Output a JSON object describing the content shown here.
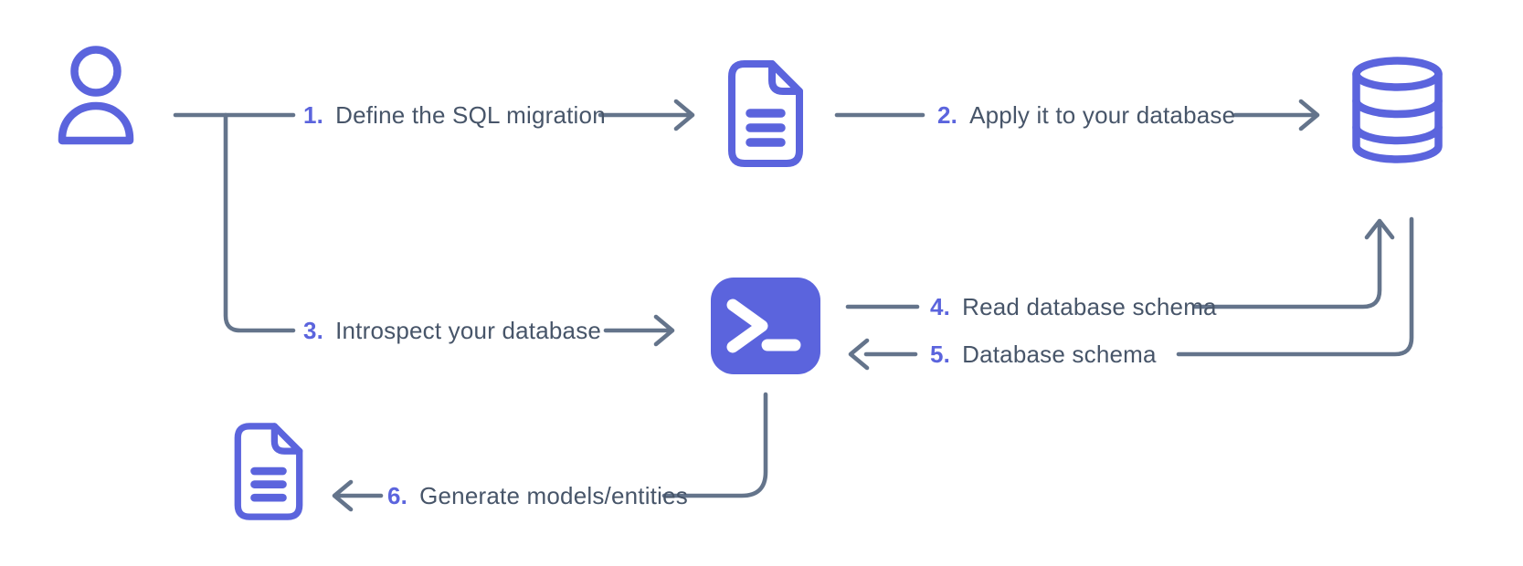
{
  "palette": {
    "indigo": "#5b64dd",
    "line_gray": "#64748b",
    "text_slate": "#475569",
    "terminal_glyph": "#ffffff",
    "background": "#ffffff"
  },
  "diagram": {
    "icons": {
      "user": "user-icon",
      "migration_file": "file-text-icon",
      "database": "database-icon",
      "cli": "terminal-icon",
      "models_file": "file-text-icon"
    },
    "steps": [
      {
        "num": "1.",
        "label": "Define the SQL migration"
      },
      {
        "num": "2.",
        "label": "Apply it to your database"
      },
      {
        "num": "3.",
        "label": "Introspect your database"
      },
      {
        "num": "4.",
        "label": "Read database schema"
      },
      {
        "num": "5.",
        "label": "Database schema"
      },
      {
        "num": "6.",
        "label": "Generate models/entities"
      }
    ]
  }
}
